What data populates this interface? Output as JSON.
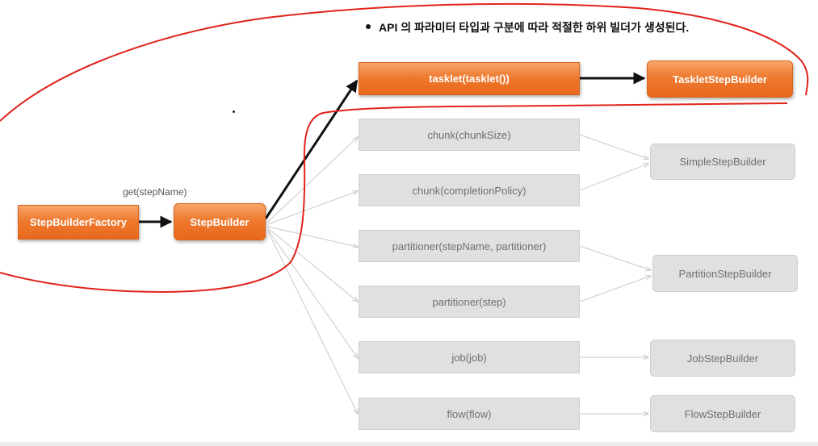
{
  "heading": "API 의 파라미터 타입과 구분에 따라 적절한 하위 빌더가 생성된다.",
  "factory": "StepBuilderFactory",
  "get_label": "get(stepName)",
  "step_builder": "StepBuilder",
  "methods": {
    "tasklet": "tasklet(tasklet())",
    "chunk_size": "chunk(chunkSize)",
    "chunk_policy": "chunk(completionPolicy)",
    "partitioner_name": "partitioner(stepName, partitioner)",
    "partitioner_step": "partitioner(step)",
    "job": "job(job)",
    "flow": "flow(flow)"
  },
  "builders": {
    "tasklet": "TaskletStepBuilder",
    "simple": "SimpleStepBuilder",
    "partition": "PartitionStepBuilder",
    "job": "JobStepBuilder",
    "flow": "FlowStepBuilder"
  },
  "colors": {
    "highlight": "#ee7a2f",
    "annotation": "#e0241c",
    "muted": "#e0e0e0"
  }
}
